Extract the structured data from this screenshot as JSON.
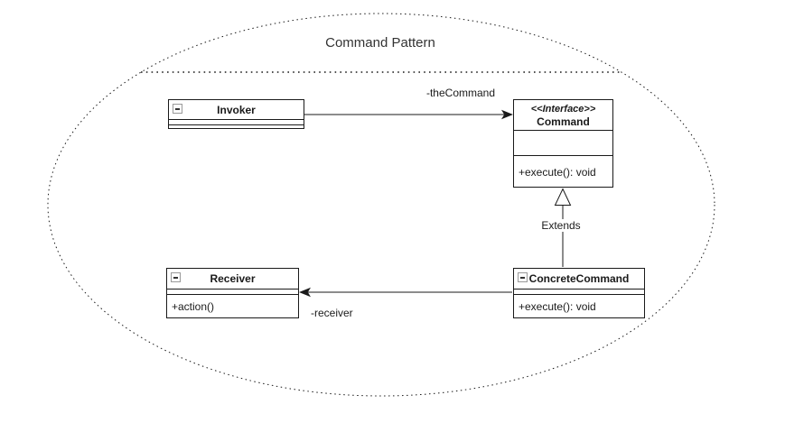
{
  "diagram": {
    "title": "Command Pattern",
    "classes": {
      "invoker": {
        "name": "Invoker"
      },
      "command": {
        "stereotype": "<<Interface>>",
        "name": "Command",
        "method": "+execute(): void"
      },
      "concreteCommand": {
        "name": "ConcreteCommand",
        "method": "+execute(): void"
      },
      "receiver": {
        "name": "Receiver",
        "method": "+action()"
      }
    },
    "labels": {
      "theCommand": "-theCommand",
      "extends": "Extends",
      "receiver": "-receiver"
    },
    "icons": {
      "collapse": "minus-icon",
      "association_end": "filled-arrowhead-icon",
      "generalization_end": "hollow-triangle-icon"
    },
    "colors": {
      "stroke": "#1a1a1a",
      "background": "#ffffff",
      "title_text": "#333333"
    }
  }
}
